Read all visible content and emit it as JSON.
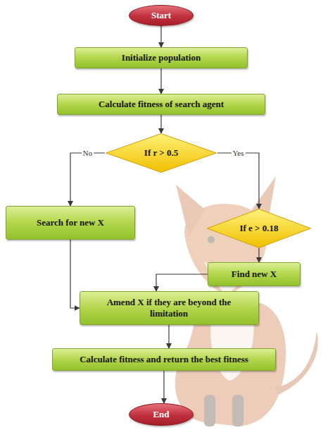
{
  "diagram": {
    "nodes": [
      {
        "text": [
          "Start"
        ]
      },
      {
        "text": [
          "Initialize population"
        ]
      },
      {
        "text": [
          "Calculate fitness of search agent"
        ]
      },
      {
        "text": [
          "If r > 0.5"
        ]
      },
      {
        "text": [
          "Search for new X"
        ]
      },
      {
        "text": [
          "If e > 0.18"
        ]
      },
      {
        "text": [
          "Find new X"
        ]
      },
      {
        "text": [
          "Amend X if they are beyond the limitation"
        ]
      },
      {
        "text": [
          "Calculate fitness and return the best fitness"
        ]
      },
      {
        "text": [
          "End"
        ]
      }
    ],
    "edges": [
      {
        "from": 0,
        "to": 1,
        "arrow": "to"
      },
      {
        "from": 1,
        "to": 2,
        "arrow": "to"
      },
      {
        "from": 2,
        "to": 3,
        "arrow": "to"
      },
      {
        "from": 3,
        "to": 4,
        "label": "No",
        "arrow": "to"
      },
      {
        "from": 3,
        "to": 5,
        "label": "Yes",
        "arrow": "to"
      },
      {
        "from": 5,
        "to": 6,
        "arrow": "to"
      },
      {
        "from": 4,
        "to": 7,
        "arrow": "to"
      },
      {
        "from": 6,
        "to": 7,
        "arrow": "to"
      },
      {
        "from": 7,
        "to": 8,
        "arrow": "to"
      },
      {
        "from": 8,
        "to": 9,
        "arrow": "to"
      }
    ]
  }
}
